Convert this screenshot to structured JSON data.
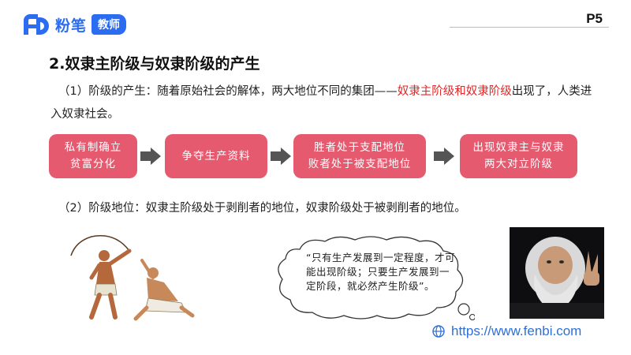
{
  "brand": {
    "name": "粉笔",
    "badge": "教师"
  },
  "page_number": "P5",
  "heading": "2.奴隶主阶级与奴隶阶级的产生",
  "paragraph1": {
    "prefix": "（1）阶级的产生：随着原始社会的解体，两大地位不同的集团——",
    "highlight": "奴隶主阶级和奴隶阶级",
    "suffix": "出现了，人类进入奴隶社会。"
  },
  "flow_steps": [
    {
      "line1": "私有制确立",
      "line2": "贫富分化"
    },
    {
      "line1": "争夺生产资料",
      "line2": ""
    },
    {
      "line1": "胜者处于支配地位",
      "line2": "败者处于被支配地位"
    },
    {
      "line1": "出现奴隶主与奴隶",
      "line2": "两大对立阶级"
    }
  ],
  "paragraph2": "（2）阶级地位：奴隶主阶级处于剥削者的地位，奴隶阶级处于被剥削者的地位。",
  "quote": "“只有生产发展到一定程度，才可能出现阶级；只要生产发展到一定阶段，就必然产生阶级”。",
  "footer_url": "https://www.fenbi.com",
  "colors": {
    "brand_blue": "#2b6cf0",
    "step_pink": "#e65a6f",
    "highlight_red": "#e32626",
    "link_blue": "#2f6fd6"
  }
}
